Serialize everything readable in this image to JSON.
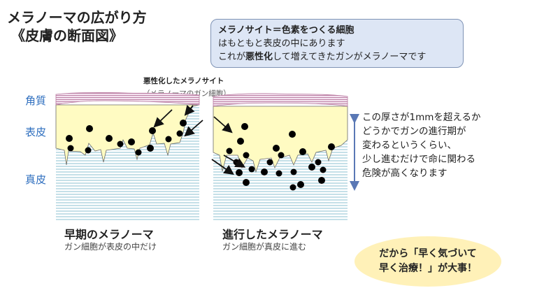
{
  "title": {
    "line1": "メラノーマの広がり方",
    "line2": "《皮膚の断面図》"
  },
  "info_box": {
    "heading": "メラノサイト＝色素をつくる細胞",
    "line2": "はもともと表皮の中にあります",
    "line3_pre": "これが",
    "line3_bold": "悪性化",
    "line3_post": "して増えてきたガンがメラノーマです"
  },
  "layer_labels": {
    "kakushitsu": "角質",
    "hyohi": "表皮",
    "shinpi": "真皮"
  },
  "callout": {
    "bold": "悪性化したメラノサイト",
    "sub": "（メラノーマのガン細胞）"
  },
  "thickness_note": [
    "この厚さが1mmを超えるか",
    "どうかでガンの進行期が",
    "変わるというくらい、",
    "少し進むだけで命に関わる",
    "危険が高くなります"
  ],
  "left_diagram": {
    "title": "早期のメラノーマ",
    "subtitle": "ガン細胞が表皮の中だけ"
  },
  "right_diagram": {
    "title": "進行したメラノーマ",
    "subtitle": "ガン細胞が真皮に進む"
  },
  "conclusion": {
    "line1": "だから「早く気づいて",
    "line2": "早く治療！」が大事！"
  },
  "colors": {
    "epidermis": "#fffbc2",
    "corneum": "#c9a3c3",
    "dermis_line": "#8bc2d2",
    "label_blue": "#2f6fbf",
    "info_bg": "#dde6f5",
    "oval_bg": "#fff1b8"
  }
}
